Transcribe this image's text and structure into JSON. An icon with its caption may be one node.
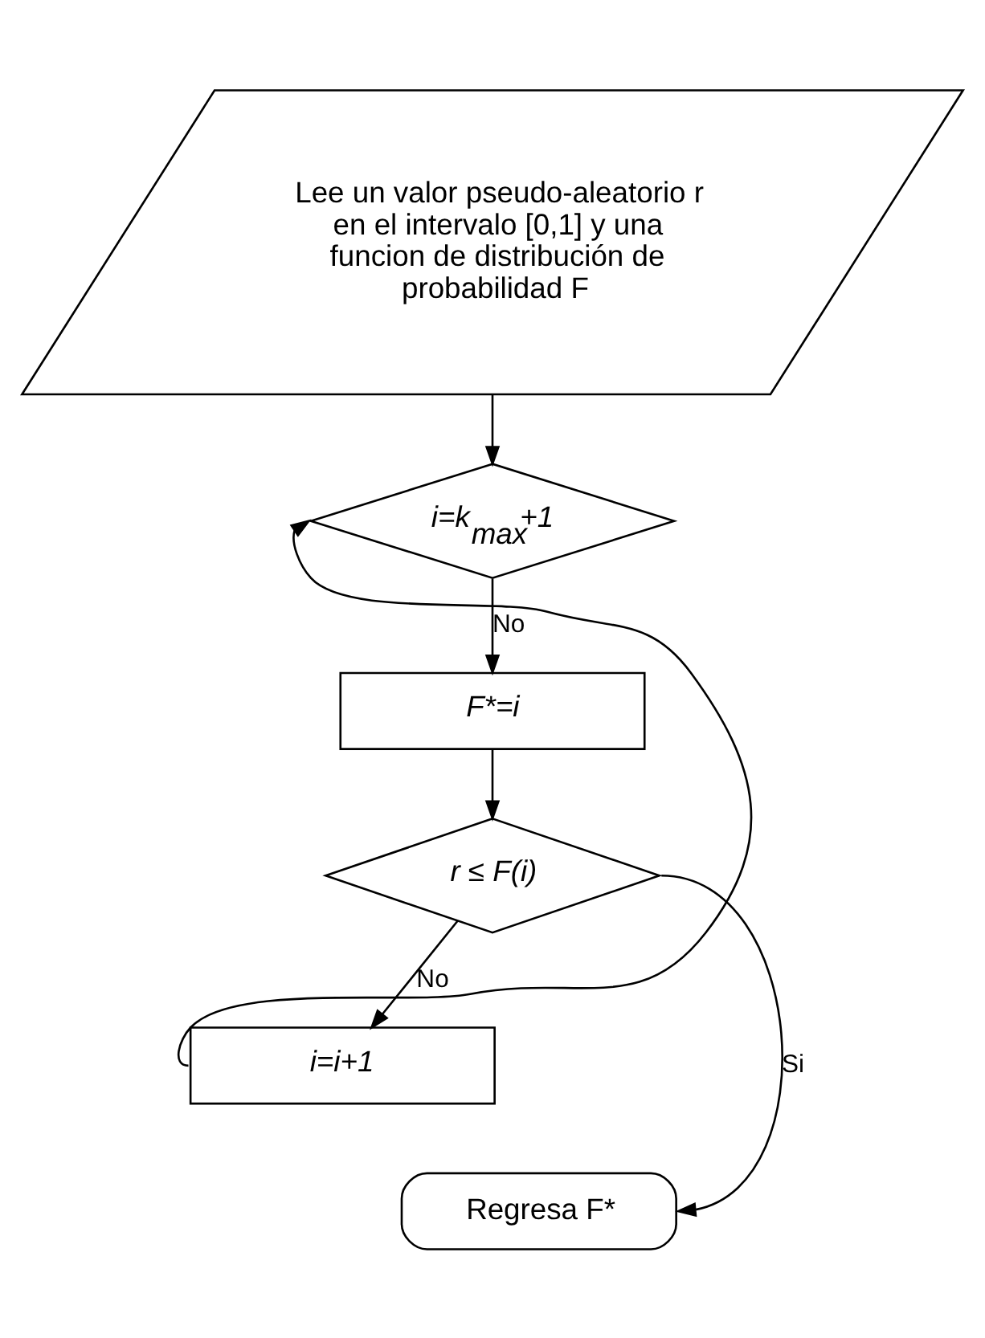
{
  "diagram": {
    "nodes": [
      {
        "text": [
          "Lee un valor pseudo-aleatorio r en el intervalo [0,1] y una funcion de distribución de probabilidad F"
        ]
      },
      {
        "text": [
          "i=k$_{max}$+1"
        ]
      },
      {
        "text": [
          "F*=i"
        ]
      },
      {
        "text": [
          "r ≤ F(i)"
        ]
      },
      {
        "text": [
          "i=i+1"
        ]
      },
      {
        "text": [
          "Regresa F*"
        ]
      }
    ],
    "edges": [
      {
        "from": 0,
        "to": 1,
        "arrow": "to"
      },
      {
        "from": 1,
        "to": 2,
        "arrow": "to",
        "label": "No"
      },
      {
        "from": 2,
        "to": 3,
        "arrow": "to"
      },
      {
        "from": 3,
        "to": 4,
        "arrow": "to",
        "label": "No"
      },
      {
        "from": 4,
        "to": 1,
        "arrow": "to"
      },
      {
        "from": 3,
        "to": 5,
        "arrow": "to",
        "label": "Si"
      }
    ]
  }
}
